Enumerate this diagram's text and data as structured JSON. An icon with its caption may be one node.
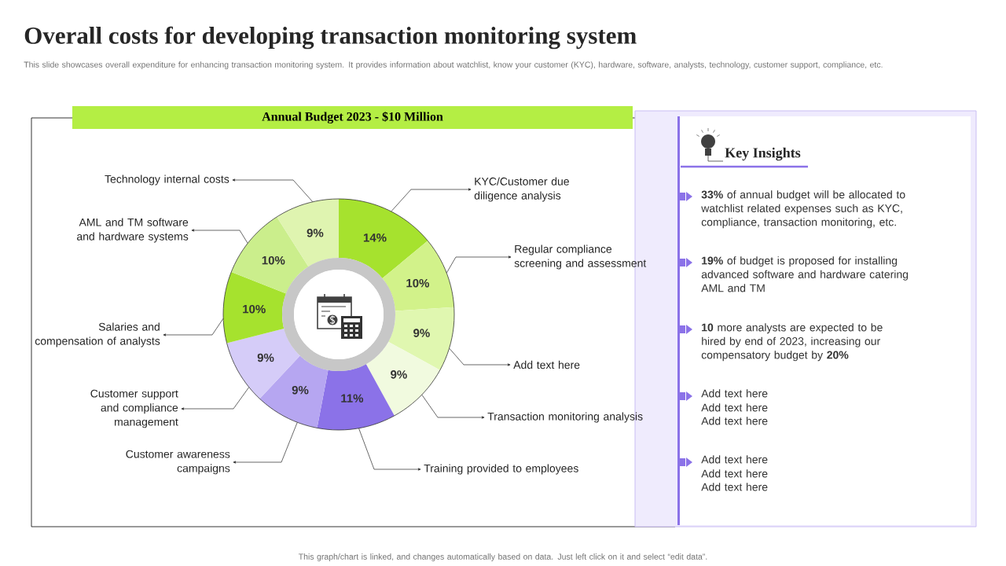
{
  "diagram": {
    "title": "Overall costs for developing transaction monitoring system",
    "nodes": [
      {
        "text": [
          "Annual Budget 2023 - $10 Million"
        ]
      },
      {
        "text": [
          "Key Insights",
          "**33%** of annual budget will be allocated to watchlist related expenses such as KYC, compliance, transaction monitoring, etc.",
          "**19%** of budget is proposed for installing advanced software and hardware catering AML and TM",
          "**10** more analysts are expected to be hired by end of 2023, increasing our compensatory budget by **20%**",
          "Add text here",
          "Add text here",
          "Add text here",
          "Add text here",
          "Add text here",
          "Add text here"
        ]
      },
      {
        "text": [
          "KYC/Customer due diligence analysis"
        ]
      },
      {
        "text": [
          "Regular compliance screening and assessment"
        ]
      },
      {
        "text": [
          "Add text here"
        ]
      },
      {
        "text": [
          "Transaction monitoring analysis"
        ]
      },
      {
        "text": [
          "Training provided to employees"
        ]
      },
      {
        "text": [
          "Customer awareness campaigns"
        ]
      },
      {
        "text": [
          "Customer support and compliance management"
        ]
      },
      {
        "text": [
          "Salaries and compensation of analysts"
        ]
      },
      {
        "text": [
          "AML and TM software and hardware systems"
        ]
      },
      {
        "text": [
          "Technology internal costs"
        ]
      },
      {
        "text": [],
        "shape": "slice"
      },
      {
        "text": [],
        "shape": "slice"
      },
      {
        "text": [],
        "shape": "slice"
      },
      {
        "text": [],
        "shape": "slice"
      },
      {
        "text": [],
        "shape": "slice"
      },
      {
        "text": [],
        "shape": "slice"
      },
      {
        "text": [],
        "shape": "slice"
      },
      {
        "text": [],
        "shape": "slice"
      },
      {
        "text": [],
        "shape": "slice"
      },
      {
        "text": [],
        "shape": "slice"
      }
    ],
    "edges": [
      {
        "from": 12,
        "to": 2,
        "arrow": "to"
      },
      {
        "from": 13,
        "to": 3,
        "arrow": "to"
      },
      {
        "from": 14,
        "to": 4,
        "arrow": "to"
      },
      {
        "from": 15,
        "to": 5,
        "arrow": "to"
      },
      {
        "from": 16,
        "to": 6,
        "arrow": "to"
      },
      {
        "from": 17,
        "to": 7,
        "arrow": "to"
      },
      {
        "from": 18,
        "to": 8,
        "arrow": "to"
      },
      {
        "from": 19,
        "to": 9,
        "arrow": "to"
      },
      {
        "from": 20,
        "to": 10,
        "arrow": "to"
      },
      {
        "from": 21,
        "to": 11,
        "arrow": "to"
      }
    ],
    "labels": [
      "This slide showcases overall expenditure for enhancing transaction monitoring system. It provides information about watchlist, know your customer (KYC), hardware, software, analysts, technology, customer support, compliance, etc.",
      "This graph/chart is linked, and changes automatically based on data. Just left click on it and select “edit data”."
    ],
    "chart_data": {
      "type": "donut",
      "values": [
        14,
        10,
        9,
        9,
        11,
        9,
        9,
        10,
        10,
        9
      ],
      "data_labels": true,
      "value_labels": [
        "14%",
        "10%",
        "9%",
        "9%",
        "11%",
        "9%",
        "9%",
        "10%",
        "10%",
        "9%"
      ]
    }
  }
}
